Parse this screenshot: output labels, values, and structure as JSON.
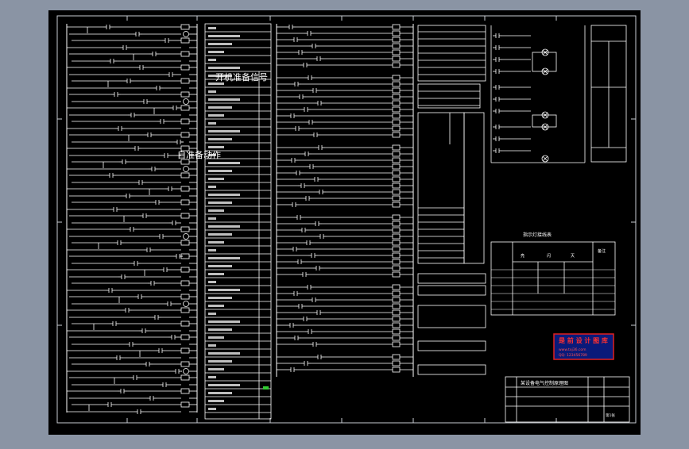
{
  "diagram": {
    "overlay_labels": {
      "label_a": "开机准备信号",
      "label_b": "自准备动作"
    },
    "lamp_table": {
      "title": "指示灯接线表",
      "headers": [
        "亮",
        "闪",
        "灭"
      ],
      "col_title": "备注"
    },
    "title_block": {
      "drawing_title": "某设备电气控制原理图",
      "sheet": "第1张"
    },
    "stamp": {
      "title": "是 前 设 计 图 库",
      "line1": "www.txj36.com",
      "line2": "QQ: 123456789"
    },
    "colors": {
      "background": "#000000",
      "line": "#ffffff",
      "frame": "#9aa3b0",
      "stamp_fill": "#0a1a7a",
      "stamp_border": "#e02020"
    }
  }
}
